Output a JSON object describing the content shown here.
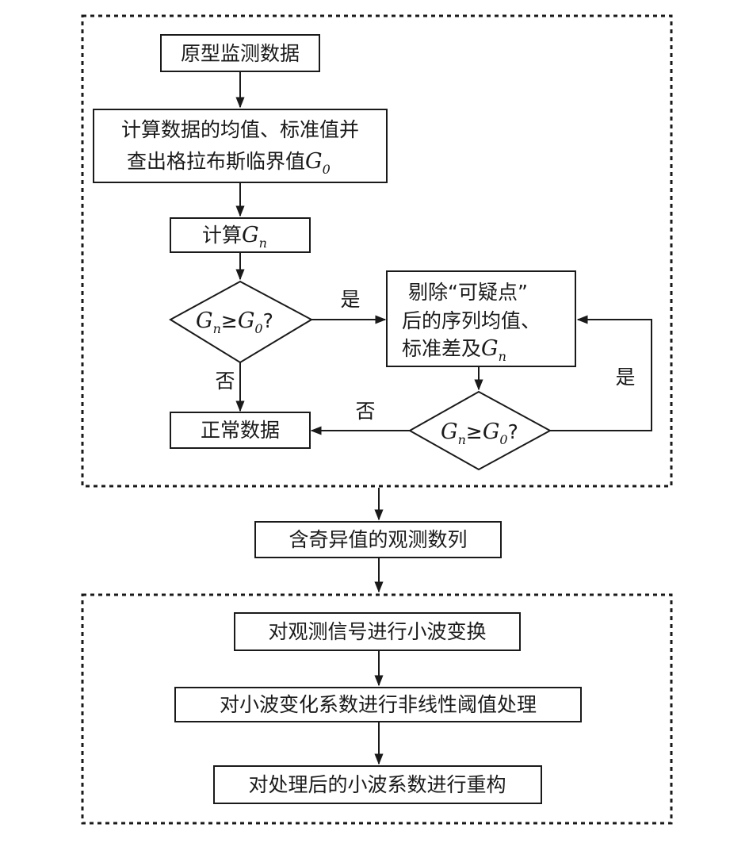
{
  "stage1": {
    "raw_data": "原型监测数据",
    "compute_stats_line1": "计算数据的均值、标准值并",
    "compute_stats_line2": "查出格拉布斯临界值",
    "compute_gn": "计算",
    "check1": {
      "ge": "≥",
      "q": "?"
    },
    "normal_data": "正常数据",
    "remove_line1": "剔除“可疑点”",
    "remove_line2": "后的序列均值、",
    "remove_line3": "标准差及",
    "check2": {
      "ge": "≥",
      "q": "?"
    },
    "yes_label_1": "是",
    "no_label_1": "否",
    "no_label_2": "否",
    "yes_label_2": "是"
  },
  "math": {
    "G": "G",
    "sub_n": "n",
    "sub_0": "0"
  },
  "middle": {
    "outlier_series": "含奇异值的观测数列"
  },
  "stage2": {
    "wavelet_transform": "对观测信号进行小波变换",
    "threshold": "对小波变化系数进行非线性阈值处理",
    "reconstruct": "对处理后的小波系数进行重构"
  }
}
